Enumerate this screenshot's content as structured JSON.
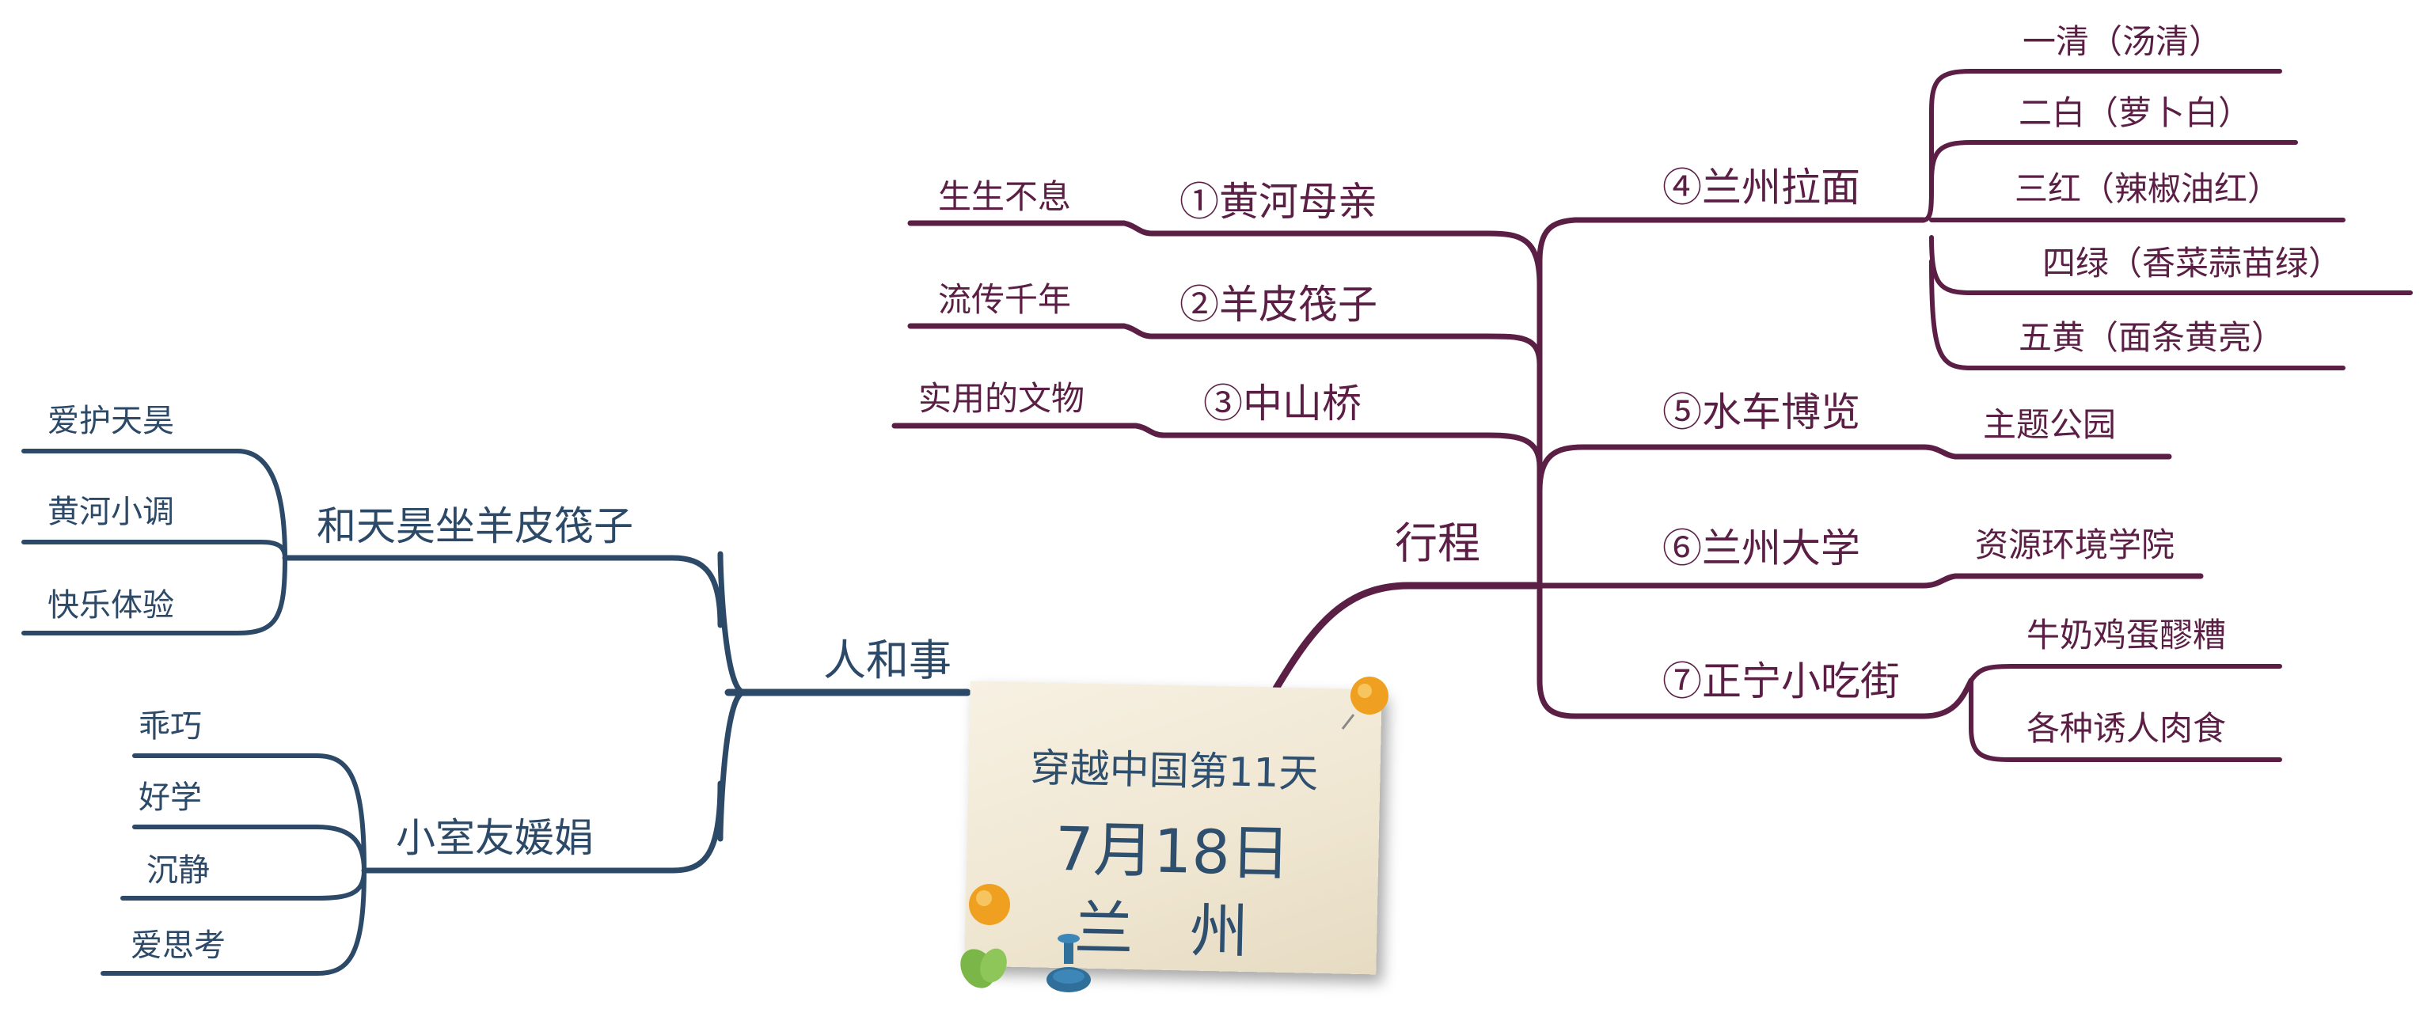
{
  "center": {
    "title": "穿越中国第11天",
    "date": "7月18日",
    "city": "兰 州"
  },
  "colors": {
    "itinerary_branch": "#5b1f45",
    "people_branch": "#2c4a68",
    "card": "#f3ecdb",
    "pin_orange": "#f0a020",
    "pin_green": "#7ab648",
    "pin_blue": "#2f6f9a"
  },
  "itinerary": {
    "label": "行程",
    "items": [
      {
        "label": "①黄河母亲",
        "detail": "生生不息"
      },
      {
        "label": "②羊皮筏子",
        "detail": "流传千年"
      },
      {
        "label": "③中山桥",
        "detail": "实用的文物"
      },
      {
        "label": "④兰州拉面",
        "details": [
          "一清（汤清）",
          "二白（萝卜白）",
          "三红（辣椒油红）",
          "四绿（香菜蒜苗绿）",
          "五黄（面条黄亮）"
        ]
      },
      {
        "label": "⑤水车博览",
        "detail": "主题公园"
      },
      {
        "label": "⑥兰州大学",
        "detail": "资源环境学院"
      },
      {
        "label": "⑦正宁小吃街",
        "details": [
          "牛奶鸡蛋醪糟",
          "各种诱人肉食"
        ]
      }
    ]
  },
  "people": {
    "label": "人和事",
    "groups": [
      {
        "label": "和天昊坐羊皮筏子",
        "details": [
          "爱护天昊",
          "黄河小调",
          "快乐体验"
        ]
      },
      {
        "label": "小室友媛娟",
        "details": [
          "乖巧",
          "好学",
          "沉静",
          "爱思考"
        ]
      }
    ]
  }
}
